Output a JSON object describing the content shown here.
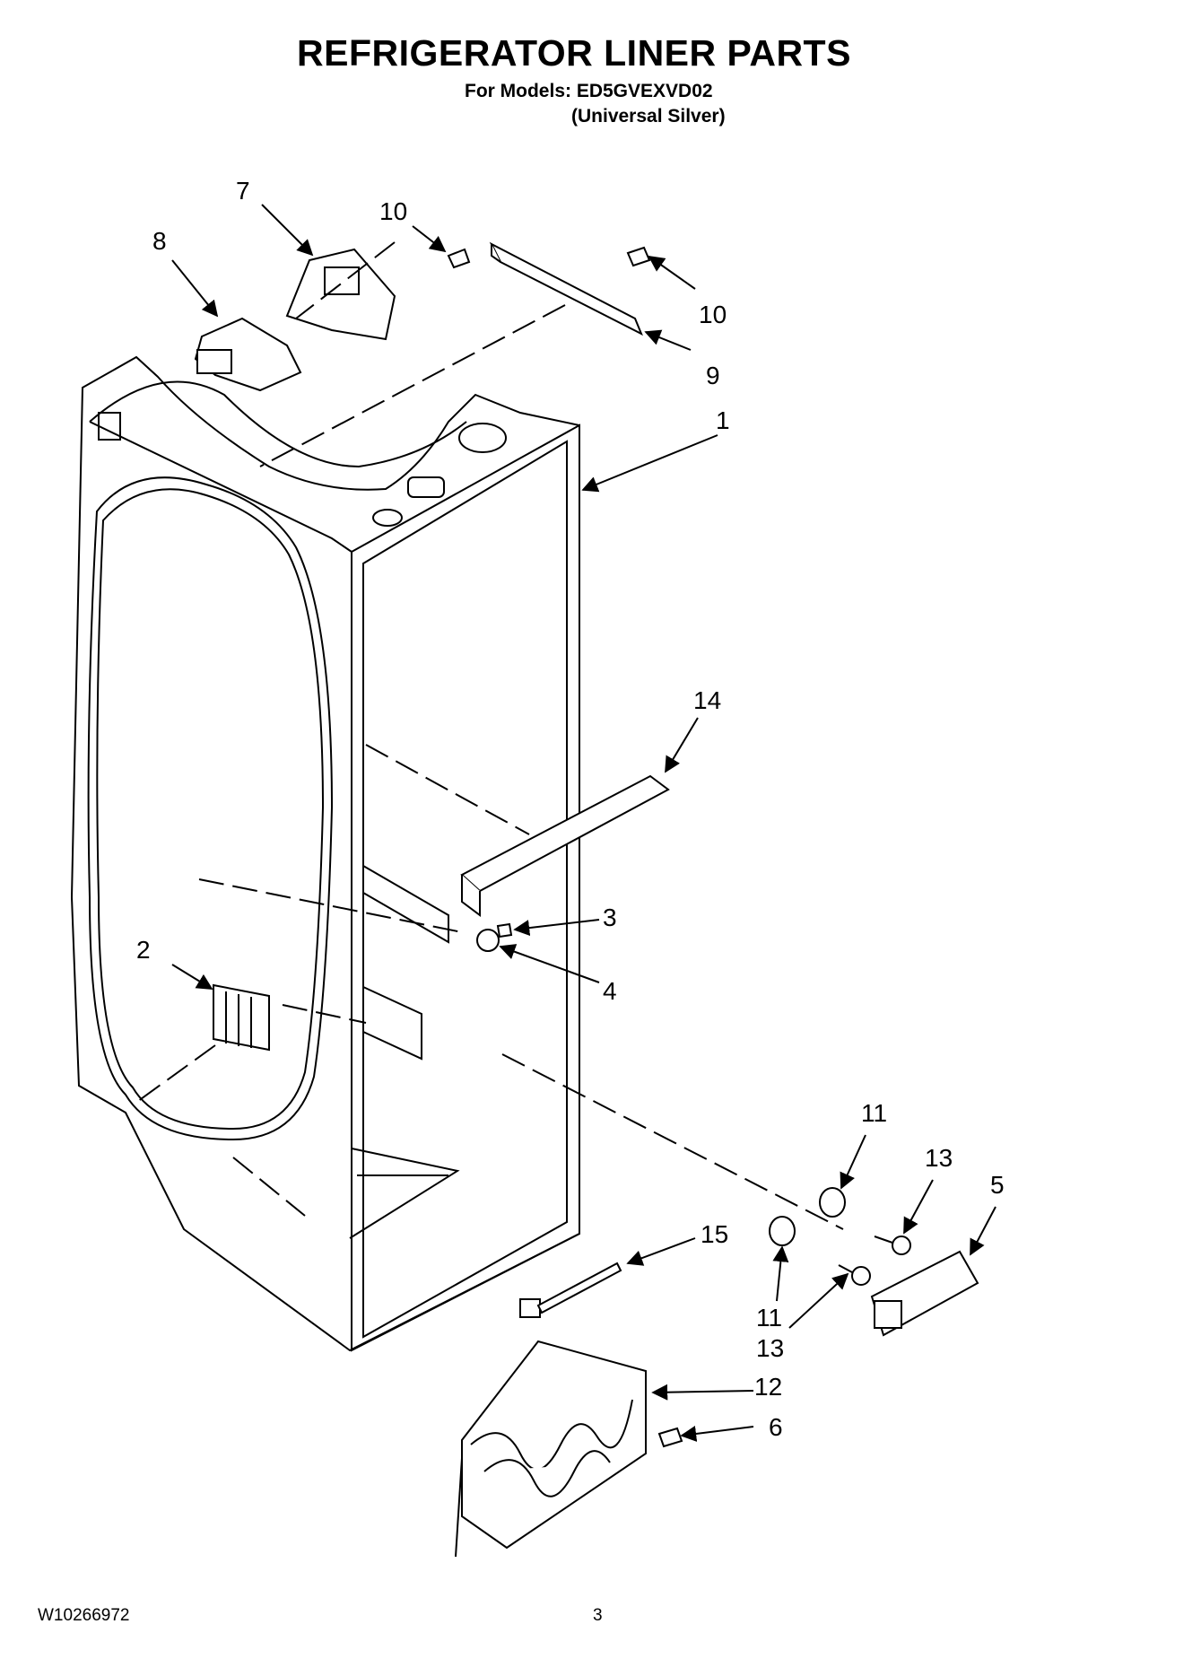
{
  "header": {
    "title": "REFRIGERATOR LINER PARTS",
    "models_line": "For Models: ED5GVEXVD02",
    "variant_line": "(Universal Silver)"
  },
  "callouts": [
    "1",
    "2",
    "3",
    "4",
    "5",
    "6",
    "7",
    "8",
    "9",
    "10",
    "10",
    "11",
    "11",
    "12",
    "13",
    "13",
    "14",
    "15"
  ],
  "footer": {
    "doc_number": "W10266972",
    "page_number": "3"
  }
}
